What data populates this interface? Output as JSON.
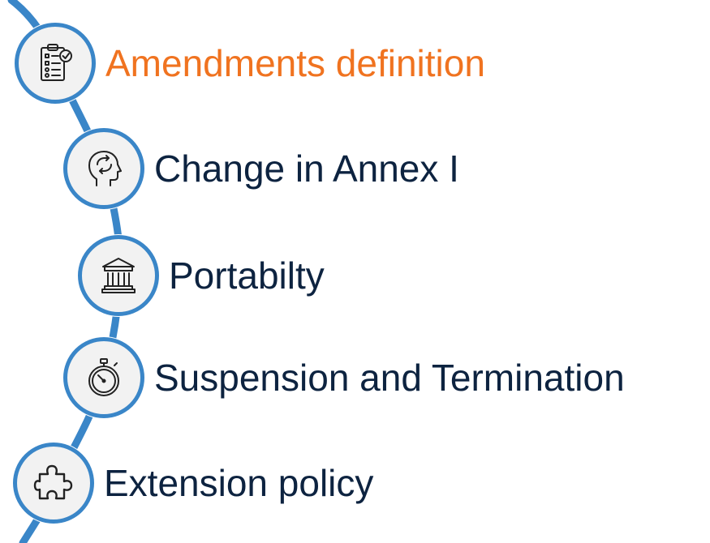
{
  "colors": {
    "connector": "#3a86c8",
    "active_text": "#f07320",
    "text": "#0d2340",
    "circle_fill": "#f2f2f2"
  },
  "steps": [
    {
      "label": "Amendments definition",
      "icon": "clipboard-checklist-icon",
      "active": true
    },
    {
      "label": "Change in Annex I",
      "icon": "head-exchange-icon",
      "active": false
    },
    {
      "label": "Portabilty",
      "icon": "bank-building-icon",
      "active": false
    },
    {
      "label": "Suspension and Termination",
      "icon": "stopwatch-icon",
      "active": false
    },
    {
      "label": "Extension policy",
      "icon": "puzzle-piece-icon",
      "active": false
    }
  ]
}
